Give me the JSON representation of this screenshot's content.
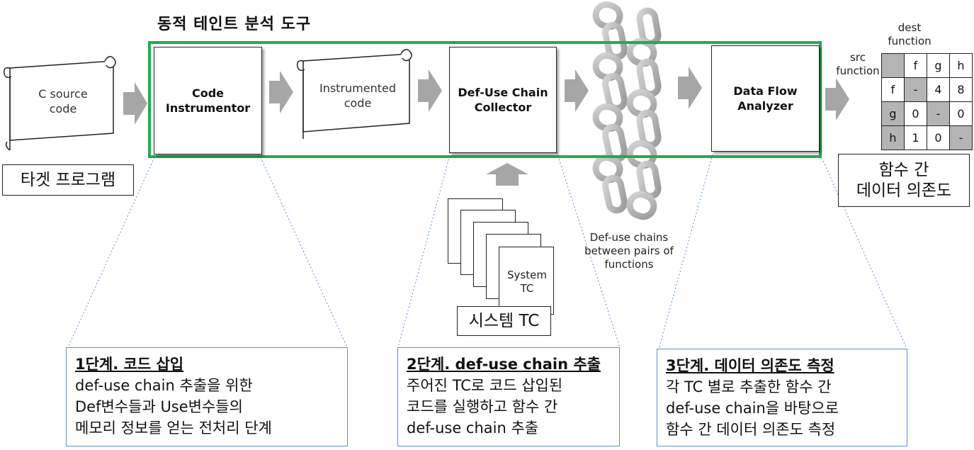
{
  "tool_title": "동적 테인트 분석 도구",
  "inputs": {
    "c_source": "C source\ncode",
    "target_label": "타겟 프로그램"
  },
  "pipeline": {
    "code_instrumentor": "Code\nInstrumentor",
    "instrumented_code": "Instrumented\ncode",
    "def_use_collector": "Def-Use Chain\nCollector",
    "data_flow_analyzer": "Data Flow\nAnalyzer"
  },
  "chains_caption": "Def-use chains\nbetween pairs of\nfunctions",
  "system_tc": {
    "card_text": "System\nTC",
    "label": "시스템 TC"
  },
  "matrix": {
    "dest_label": "dest\nfunction",
    "src_label": "src\nfunction",
    "columns": [
      "f",
      "g",
      "h"
    ],
    "rows": [
      {
        "name": "f",
        "cells": [
          "-",
          "4",
          "8"
        ]
      },
      {
        "name": "g",
        "cells": [
          "0",
          "-",
          "0"
        ]
      },
      {
        "name": "h",
        "cells": [
          "1",
          "0",
          "-"
        ]
      }
    ]
  },
  "output_label": "함수 간\n데이터 의존도",
  "steps": [
    {
      "title": "1단계. 코드 삽입",
      "lines": [
        "def-use chain 추출을 위한",
        "Def변수들과 Use변수들의",
        "메모리 정보를 얻는 전처리 단계"
      ]
    },
    {
      "title": "2단계. def-use chain 추출",
      "lines": [
        "주어진 TC로 코드 삽입된",
        "코드를 실행하고 함수 간",
        "def-use chain 추출"
      ]
    },
    {
      "title": "3단계. 데이터 의존도 측정",
      "lines": [
        "각 TC 별로 추출한 함수 간",
        "def-use chain을 바탕으로",
        "함수 간 데이터 의존도 측정"
      ]
    }
  ],
  "colors": {
    "tool_border": "#1fae4b",
    "arrow": "#a6a6a6",
    "step_border": "#5b8fd6",
    "chain": "#b8b8b8",
    "matrix_header": "#b4b4b4"
  }
}
